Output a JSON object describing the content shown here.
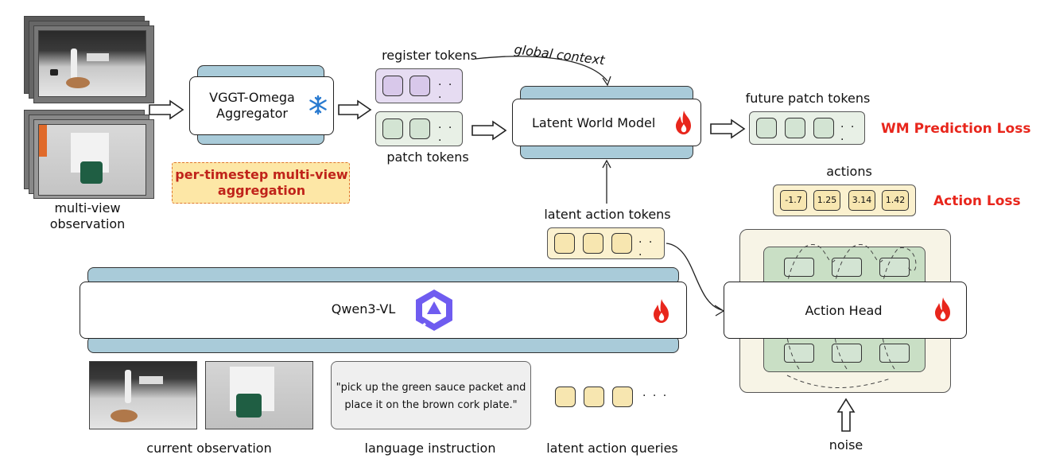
{
  "labels": {
    "multiview_obs": "multi-view\nobservation",
    "aggregator": "VGGT-Omega\nAggregator",
    "aggregation_note": "per-timestep multi-view\naggregation",
    "register_tokens": "register tokens",
    "patch_tokens": "patch tokens",
    "global_context": "global context",
    "latent_world_model": "Latent World Model",
    "future_patch_tokens": "future patch tokens",
    "wm_loss": "WM Prediction Loss",
    "actions": "actions",
    "action_loss": "Action Loss",
    "latent_action_tokens": "latent action tokens",
    "qwen": "Qwen3-VL",
    "action_head": "Action Head",
    "current_obs": "current observation",
    "language_instruction": "language instruction",
    "instruction_text": "\"pick up the green sauce packet and\nplace it on the brown cork plate.\"",
    "latent_action_queries": "latent action queries",
    "noise": "noise",
    "ellipsis": "· · ·"
  },
  "action_values": [
    "-1.7",
    "1.25",
    "3.14",
    "1.42"
  ],
  "colors": {
    "slab": "#a9cbd9",
    "register": "#d8c8ea",
    "patch": "#d3e4d3",
    "latent": "#f7e6b0",
    "head_bg": "#f7f4e6",
    "head_inner": "#c9dfc5",
    "accent_red": "#e8261c",
    "note_bg": "#fde7a6",
    "note_border": "#e0772b"
  },
  "icons": [
    "snowflake-icon",
    "flame-icon",
    "qwen-logo-icon",
    "arrow-icon"
  ]
}
